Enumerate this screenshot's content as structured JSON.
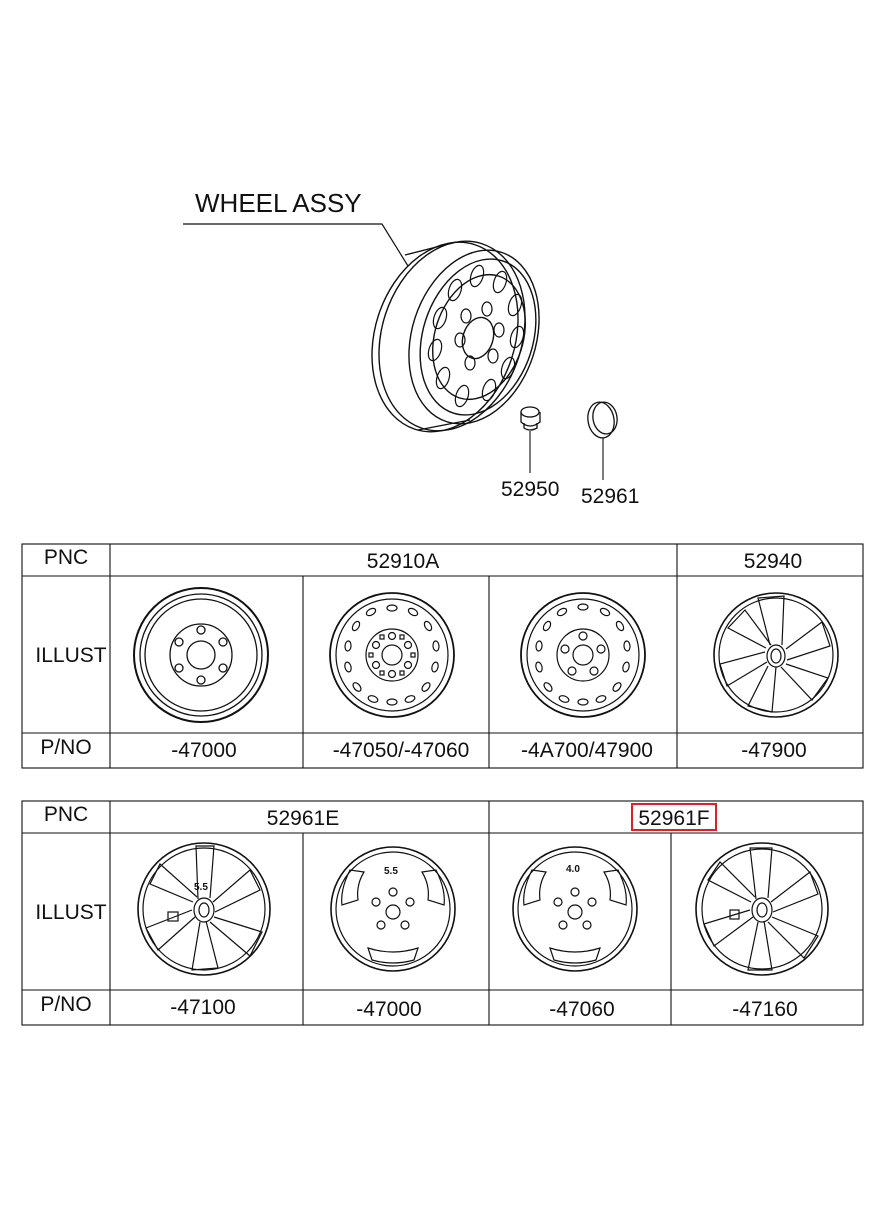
{
  "diagram": {
    "title": "WHEEL ASSY",
    "callouts": [
      {
        "id": "nut",
        "label": "52950"
      },
      {
        "id": "cap",
        "label": "52961"
      }
    ]
  },
  "table1": {
    "row_labels": {
      "pnc": "PNC",
      "illust": "ILLUST",
      "pno": "P/NO"
    },
    "pnc_groups": [
      "52910A",
      "52940"
    ],
    "part_numbers": [
      "-47000",
      "-47050/-47060",
      "-4A700/47900",
      "-47900"
    ]
  },
  "table2": {
    "row_labels": {
      "pnc": "PNC",
      "illust": "ILLUST",
      "pno": "P/NO"
    },
    "pnc_groups": [
      "52961E",
      "52961F"
    ],
    "highlighted_group": "52961F",
    "highlight_color": "#e02020",
    "part_numbers": [
      "-47100",
      "-47000",
      "-47060",
      "-47160"
    ],
    "cover_marks": [
      "5.5",
      "5.5",
      "4.0"
    ]
  }
}
